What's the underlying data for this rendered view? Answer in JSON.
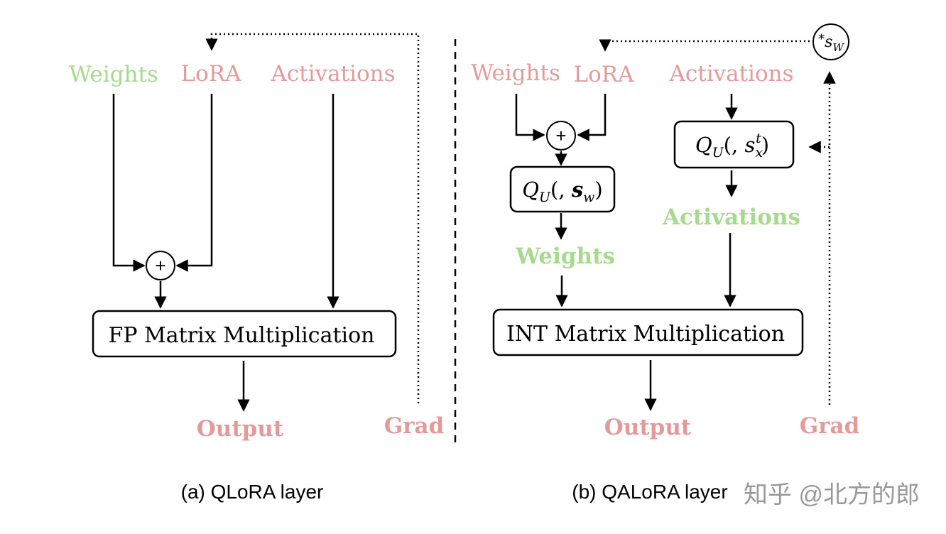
{
  "panel_a": {
    "label_weights": "Weights",
    "label_lora": "LoRA",
    "label_activations": "Activations",
    "op_plus": "+",
    "box_label": "FP Matrix Multiplication",
    "label_output": "Output",
    "label_grad": "Grad",
    "caption": "(a) QLoRA layer"
  },
  "panel_b": {
    "label_weights": "Weights",
    "label_lora": "LoRA",
    "label_activations": "Activations",
    "op_plus": "+",
    "quant_weights": {
      "Q": "Q",
      "sub": "U",
      "open": "(, ",
      "s": "s",
      "s_sub": "w",
      "close": ")"
    },
    "quant_acts": {
      "Q": "Q",
      "sub": "U",
      "open": "(, ",
      "s": "s",
      "s_sub": "x",
      "s_sup": "t",
      "close": ")"
    },
    "label_weights_out": "Weights",
    "label_activations_out": "Activations",
    "box_label": "INT Matrix Multiplication",
    "label_output": "Output",
    "label_grad": "Grad",
    "scale_node": {
      "star": "*",
      "s": "s",
      "sub": "W"
    },
    "caption": "(b) QALoRA layer"
  },
  "watermark": "知乎 @北方的郎",
  "colors": {
    "green": "#a6db8e",
    "red": "#e39a9a"
  }
}
